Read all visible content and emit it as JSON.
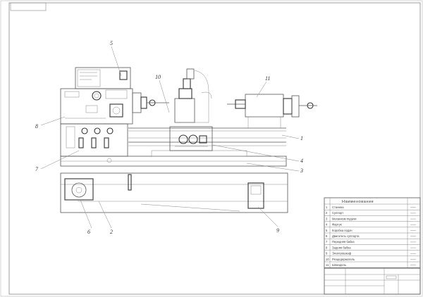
{
  "drawing": {
    "callouts": [
      {
        "id": "c1",
        "label": "1"
      },
      {
        "id": "c2",
        "label": "2"
      },
      {
        "id": "c3",
        "label": "3"
      },
      {
        "id": "c4",
        "label": "4"
      },
      {
        "id": "c5",
        "label": "5"
      },
      {
        "id": "c6",
        "label": "6"
      },
      {
        "id": "c7",
        "label": "7"
      },
      {
        "id": "c8",
        "label": "8"
      },
      {
        "id": "c9",
        "label": "9"
      },
      {
        "id": "c10",
        "label": "10"
      },
      {
        "id": "c11",
        "label": "11"
      }
    ]
  },
  "spec_table": {
    "rows": [
      {
        "num": "1",
        "name": "Станина"
      },
      {
        "num": "2",
        "name": "Суппорт"
      },
      {
        "num": "3",
        "name": "Механизм подачи"
      },
      {
        "num": "4",
        "name": "Фартук"
      },
      {
        "num": "5",
        "name": "Коробка подач"
      },
      {
        "num": "6",
        "name": "Двигатель суппорта"
      },
      {
        "num": "7",
        "name": "Передняя бабка"
      },
      {
        "num": "8",
        "name": "Задняя бабка"
      },
      {
        "num": "9",
        "name": "Электрошкаф"
      },
      {
        "num": "10",
        "name": "Резцедержатель"
      },
      {
        "num": "11",
        "name": "Шпиндель"
      }
    ]
  }
}
